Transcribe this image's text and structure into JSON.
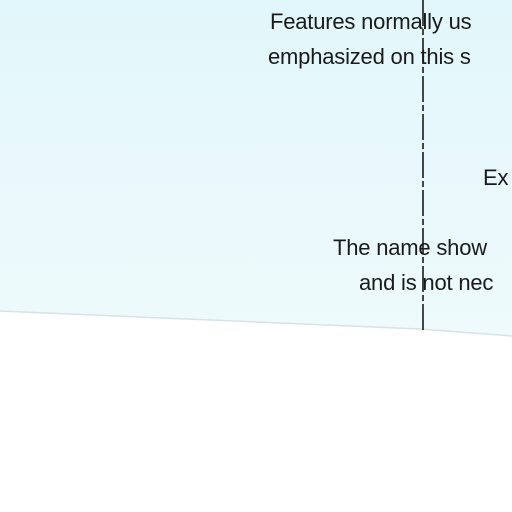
{
  "annotations": {
    "note_a_line1": "Features normally us",
    "note_a_line2": "emphasized on this s",
    "note_b": "Ex",
    "note_c_line1": "The name show",
    "note_c_line2": "and is not nec"
  },
  "colors": {
    "sky_top": "#e2f7fb",
    "sky_bottom": "#eefafc",
    "ground": "#ffffff",
    "leader_line": "#1a1a1a",
    "text": "#1a1a1a"
  }
}
